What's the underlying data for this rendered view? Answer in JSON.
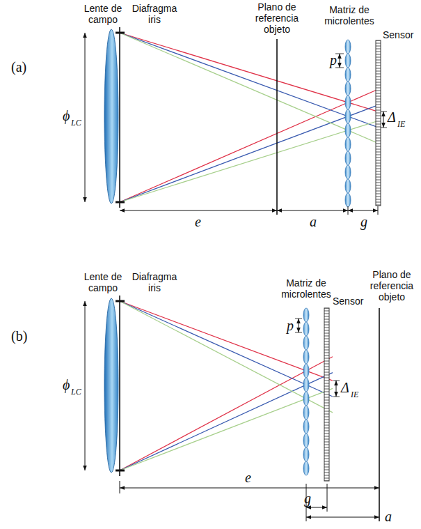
{
  "diagram": {
    "labels": [
      "Lente de campo",
      "Diafragma iris",
      "Plano de referencia objeto",
      "Matriz de microlentes",
      "Sensor",
      "(a)",
      "ϕ",
      "LC",
      "p",
      "Δ",
      "IE",
      "e",
      "a",
      "g",
      "Lente de campo",
      "Diafragma iris",
      "Matriz de microlentes",
      "Sensor",
      "Plano de referencia objeto",
      "(b)",
      "ϕ",
      "LC",
      "p",
      "Δ",
      "IE",
      "e",
      "g",
      "a"
    ]
  }
}
